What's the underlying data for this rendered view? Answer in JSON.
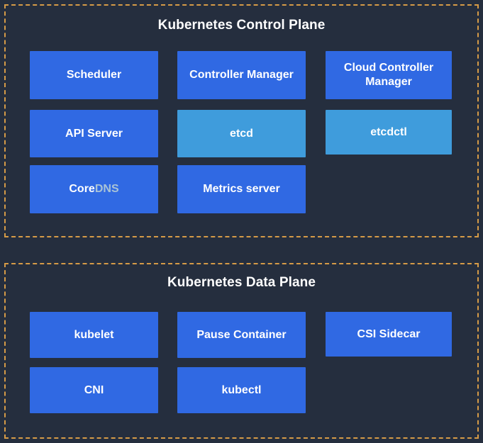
{
  "diagram": {
    "background_color": "#252e3e",
    "panel_border_color": "#d69b47",
    "box_color_primary": "#3069e3",
    "box_color_secondary": "#3f9cdc",
    "text_color": "#ffffff",
    "dns_accent_color": "#a9c3d6"
  },
  "control_plane": {
    "title": "Kubernetes Control Plane",
    "components": [
      {
        "label": "Scheduler",
        "color": "blue",
        "row": 1,
        "col": 1
      },
      {
        "label": "Controller Manager",
        "color": "blue",
        "row": 1,
        "col": 2
      },
      {
        "label": "Cloud Controller Manager",
        "color": "blue",
        "row": 1,
        "col": 3
      },
      {
        "label": "API Server",
        "color": "blue",
        "row": 2,
        "col": 1
      },
      {
        "label": "etcd",
        "color": "cyan",
        "row": 2,
        "col": 2
      },
      {
        "label": "etcdctl",
        "color": "cyan",
        "row": 2,
        "col": 3
      },
      {
        "label": "CoreDNS",
        "color": "blue",
        "row": 3,
        "col": 1,
        "label_parts": {
          "prefix": "Core",
          "suffix": "DNS"
        }
      },
      {
        "label": "Metrics server",
        "color": "blue",
        "row": 3,
        "col": 2
      }
    ]
  },
  "data_plane": {
    "title": "Kubernetes Data Plane",
    "components": [
      {
        "label": "kubelet",
        "color": "blue",
        "row": 1,
        "col": 1
      },
      {
        "label": "Pause Container",
        "color": "blue",
        "row": 1,
        "col": 2
      },
      {
        "label": "CSI Sidecar",
        "color": "blue",
        "row": 1,
        "col": 3
      },
      {
        "label": "CNI",
        "color": "blue",
        "row": 2,
        "col": 1
      },
      {
        "label": "kubectl",
        "color": "blue",
        "row": 2,
        "col": 2
      }
    ]
  }
}
